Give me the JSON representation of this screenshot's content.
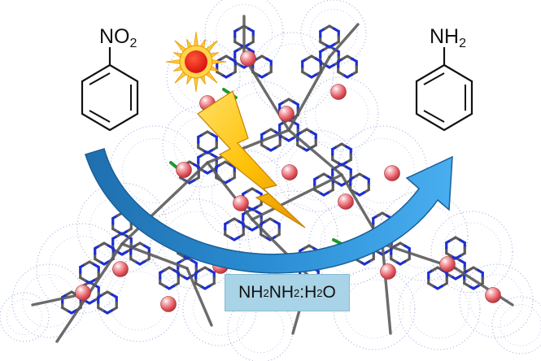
{
  "reactant": {
    "group_main": "NO",
    "group_sub": "2"
  },
  "product": {
    "group_main": "NH",
    "group_sub": "2"
  },
  "reagent": {
    "p1": "NH",
    "s1": "2",
    "p2": "NH",
    "s2": "2",
    "p3": ":H",
    "s3": "2",
    "p4": "O"
  },
  "colors": {
    "framework_nitrogen": "#1e2fd0",
    "framework_carbon": "#5b5b5b",
    "linker_green": "#1a9a2a",
    "dot_cloud": "#9aa4d8",
    "metal_sphere": "#e9666d",
    "arrow": "#2f86c6",
    "sun": "#f2221a",
    "lightning": "#f4b400",
    "reagent_box": "#a9d3e6"
  },
  "icons": [
    "sun-icon",
    "lightning-icon",
    "curved-arrow-icon",
    "benzene-ring-icon"
  ]
}
